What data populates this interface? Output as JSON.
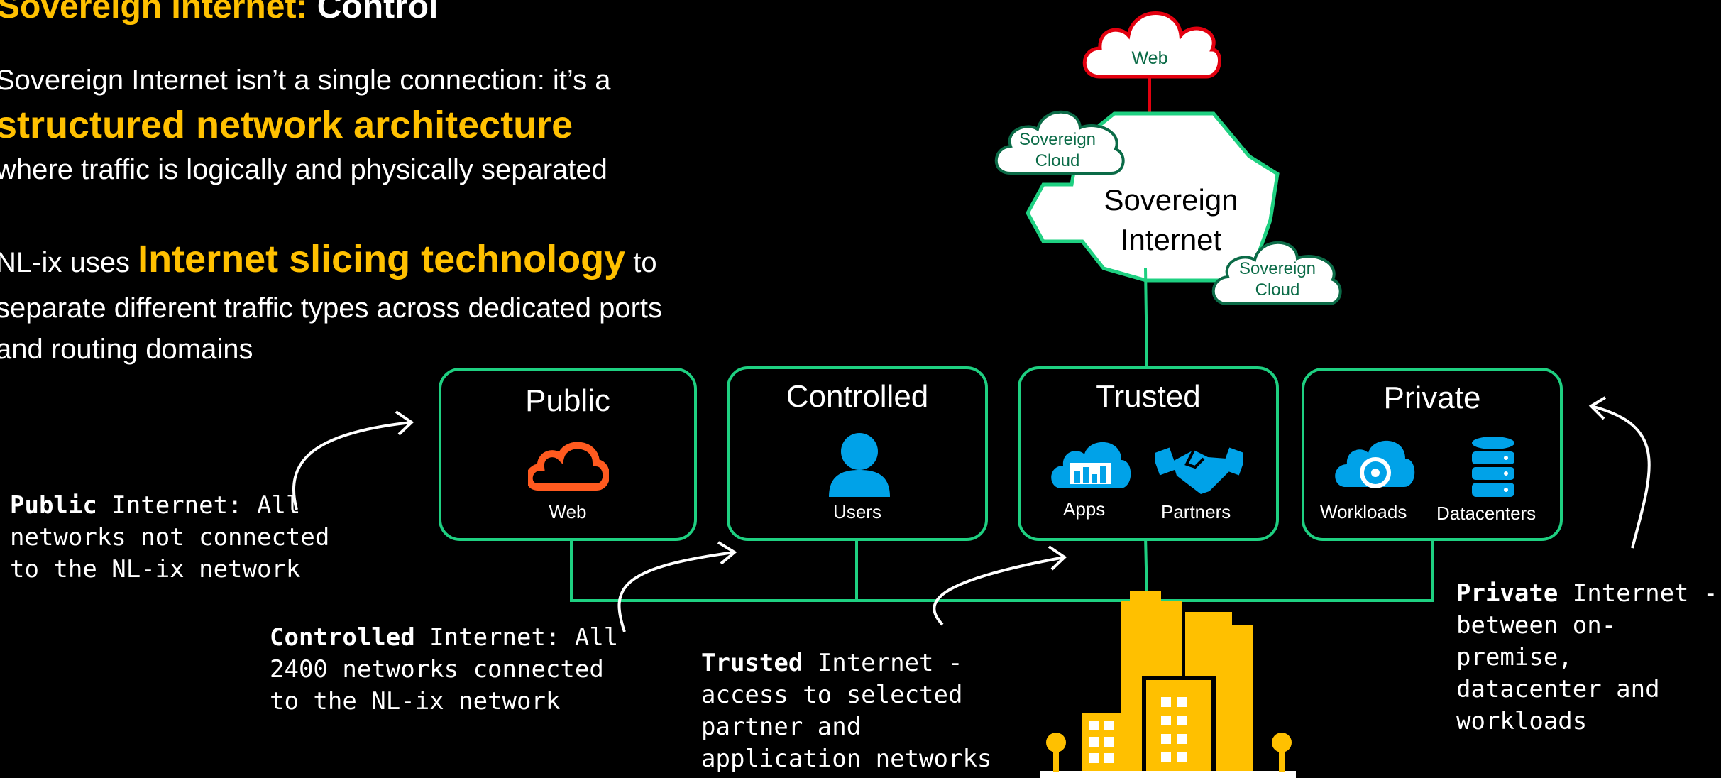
{
  "heading": {
    "highlight": "Sovereign Internet:",
    "rest": " Control"
  },
  "intro": {
    "line1": "Sovereign Internet isn’t a single connection: it’s a",
    "emphasis": "structured network architecture",
    "line3": "where traffic is logically and physically separated"
  },
  "slicing": {
    "prefix": "NL-ix uses ",
    "emphasis": "Internet slicing technology",
    "suffix": " to",
    "line2": "separate different traffic types across dedicated ports",
    "line3": "and routing domains"
  },
  "cloud": {
    "web": "Web",
    "sovereign_cloud_a": [
      "Sovereign",
      "Cloud"
    ],
    "sovereign_cloud_b": [
      "Sovereign",
      "Cloud"
    ],
    "sovereign_internet": [
      "Sovereign",
      "Internet"
    ]
  },
  "boxes": {
    "public": {
      "title": "Public",
      "icons": [
        "Web"
      ]
    },
    "controlled": {
      "title": "Controlled",
      "icons": [
        "Users"
      ]
    },
    "trusted": {
      "title": "Trusted",
      "icons": [
        "Apps",
        "Partners"
      ]
    },
    "private": {
      "title": "Private",
      "icons": [
        "Workloads",
        "Datacenters"
      ]
    }
  },
  "notes": {
    "public": {
      "bold": "Public",
      "l1": " Internet: All",
      "l2": "networks not connected",
      "l3": "to the NL-ix network"
    },
    "controlled": {
      "bold": "Controlled",
      "l1": " Internet: All",
      "l2": "2400 networks connected",
      "l3": "to the NL-ix network"
    },
    "trusted": {
      "bold": "Trusted",
      "l1": " Internet -",
      "l2": "access to selected",
      "l3": "partner and",
      "l4": "application networks"
    },
    "private": {
      "bold": "Private",
      "l1": " Internet -",
      "l2": "between on-",
      "l3": "premise,",
      "l4": "datacenter and",
      "l5": "workloads"
    }
  },
  "colors": {
    "accent": "#FFC000",
    "network": "#1ED081",
    "web_link": "#E3000F",
    "icon_blue": "#00A2E8",
    "icon_orange": "#FF5A1F"
  },
  "icon_names": [
    "web-cloud-icon",
    "user-icon",
    "apps-cloud-icon",
    "handshake-icon",
    "gear-cloud-icon",
    "database-icon",
    "city-icon"
  ]
}
